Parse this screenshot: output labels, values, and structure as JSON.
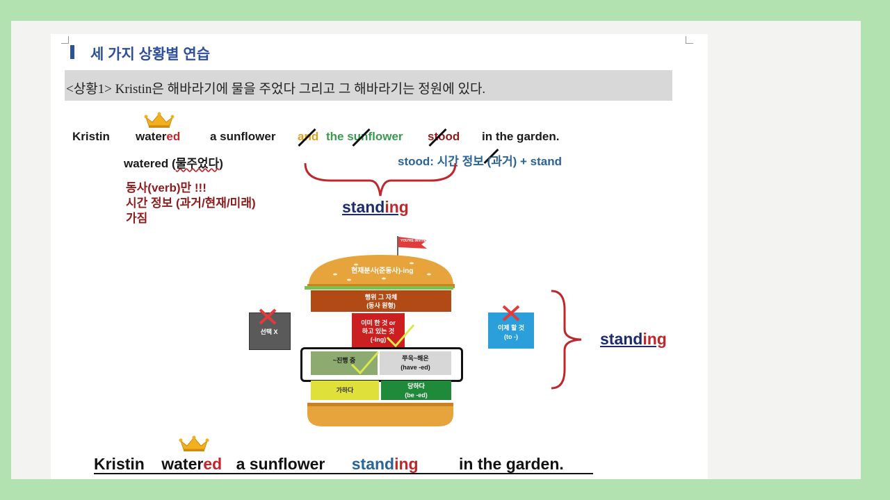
{
  "title": "세 가지 상황별 연습",
  "situation": "<상황1> Kristin은 해바라기에 물을 주었다 그리고 그 해바라기는 정원에 있다.",
  "sentence": {
    "w1": "Kristin",
    "w2_stem": "water",
    "w2_end": "ed",
    "w3": "a sunflower",
    "w4a": "and",
    "w4b": "the sunflower",
    "w5": "stood",
    "w6": "in the garden."
  },
  "note_watered": {
    "a": "watered (",
    "b": "물주었다",
    "c": ")"
  },
  "note_stood": "stood: 시간 정보 (과거) + stand",
  "verb_note": [
    "동사(verb)만 !!!",
    "시간 정보 (과거/현재/미래)",
    "가짐"
  ],
  "standing_center": {
    "stem": "stand",
    "end": "ing"
  },
  "burger": {
    "top": "현재분사(준동사)-ing",
    "flag": "YOU'RE INVITED",
    "layer1": [
      "행위 그 자체",
      "(동사 원형)"
    ],
    "layer2": [
      "이미 한 것 or",
      "하고 있는 것",
      "(-ing)"
    ],
    "layer3a": "~진행 중",
    "layer3b": [
      "쭈욱~해온",
      "(have -ed)"
    ],
    "layer4a": "가하다",
    "layer4b": [
      "당하다",
      "(be -ed)"
    ],
    "left_box": "선택 X",
    "right_box": [
      "이제 할 것",
      "(to -)"
    ]
  },
  "standing_right": {
    "stem": "stand",
    "end": "ing"
  },
  "final": {
    "w1": "Kristin",
    "w2_stem": "water",
    "w2_end": "ed",
    "w3": "a sunflower",
    "w4_stem": "stand",
    "w4_end": "ing",
    "w5": "in the garden."
  },
  "colors": {
    "accent_red": "#c0272d",
    "title_blue": "#2e4e9e",
    "page_bg": "#b2e2b0"
  }
}
